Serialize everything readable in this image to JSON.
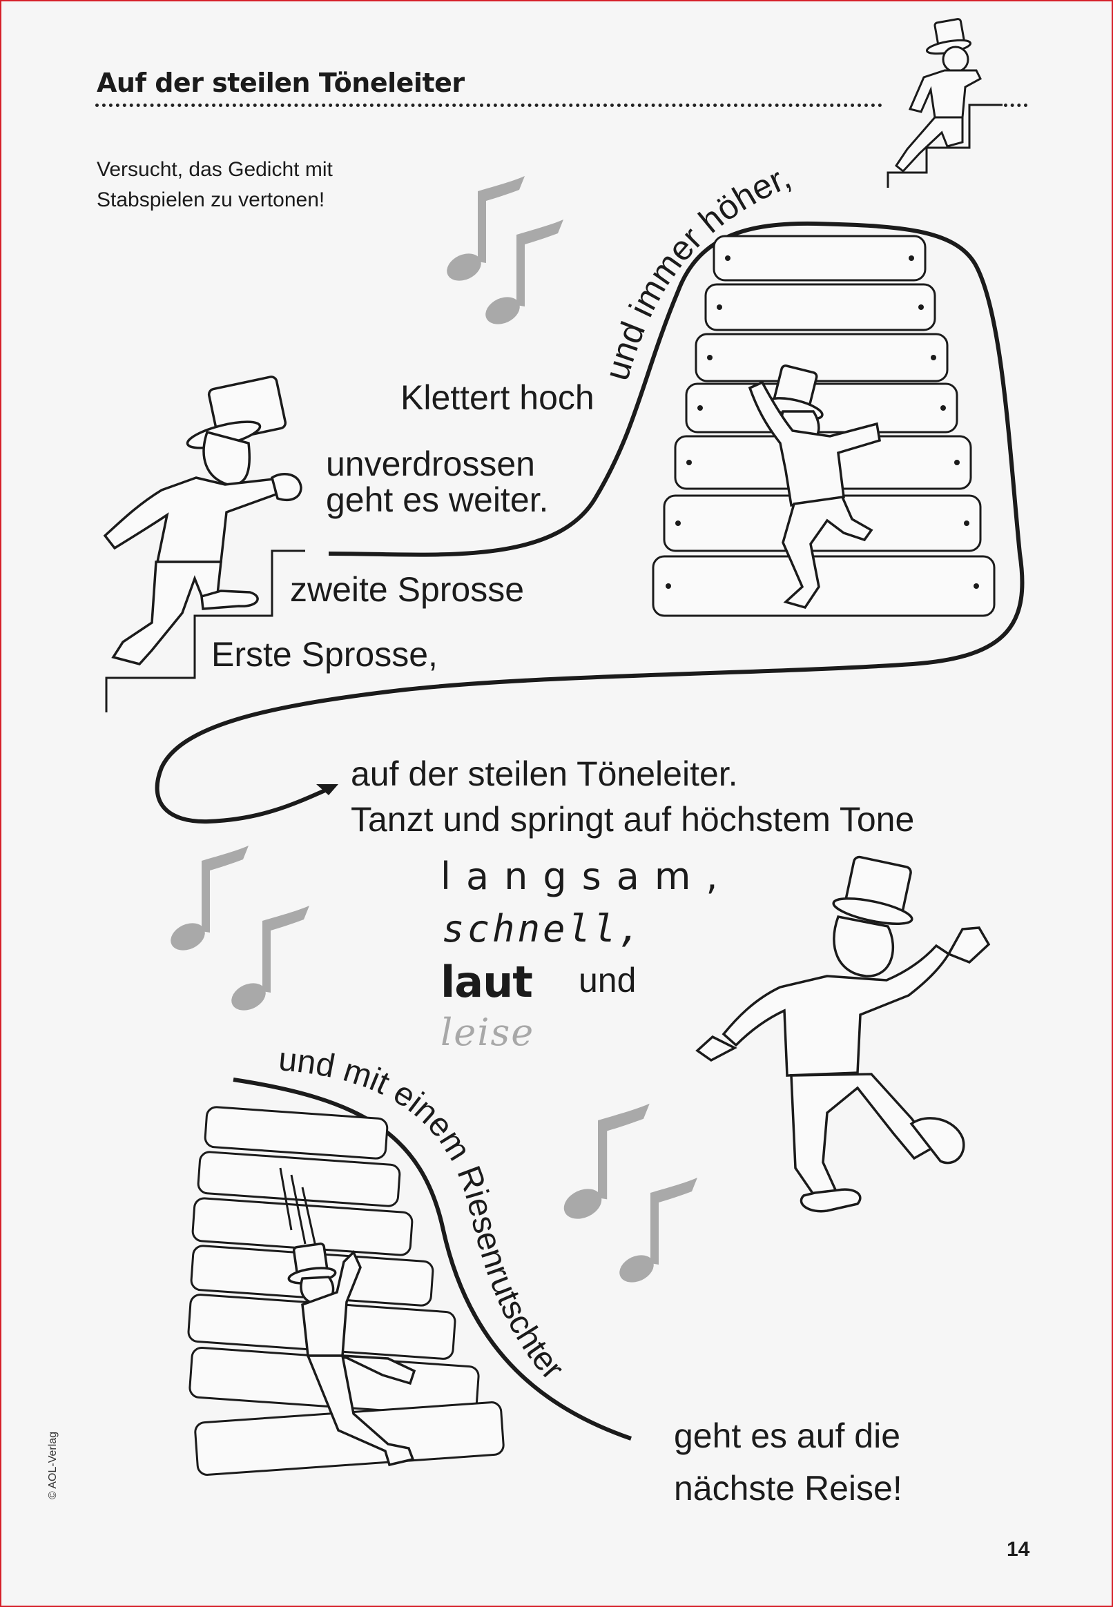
{
  "header": {
    "title": "Auf der steilen Töneleiter"
  },
  "instruction": {
    "line1": "Versucht, das Gedicht mit",
    "line2": "Stabspielen zu vertonen!"
  },
  "poem": {
    "l1": "Erste Sprosse,",
    "l2": "zweite Sprosse",
    "l3a": "unverdrossen",
    "l3b": "geht es weiter.",
    "l4": "Klettert hoch",
    "l5": "und immer höher,",
    "l6": "auf der steilen Töneleiter.",
    "l7": "Tanzt und springt auf höchstem Tone",
    "w_langsam": "langsam,",
    "w_schnell": "schnell,",
    "w_laut": "laut",
    "w_und": "und",
    "w_leise": "leise",
    "l8": "und mit einem Riesenrutschter",
    "l9a": "geht es auf die",
    "l9b": "nächste Reise!"
  },
  "footer": {
    "copyright": "© AOL-Verlag",
    "page_number": "14"
  },
  "icons": [
    "music-note-icon",
    "top-hat-man-illustration",
    "xylophone-illustration",
    "stairs-illustration"
  ],
  "colors": {
    "border": "#d6202a",
    "note": "#a9a9a9",
    "ink": "#1b1b1b"
  }
}
